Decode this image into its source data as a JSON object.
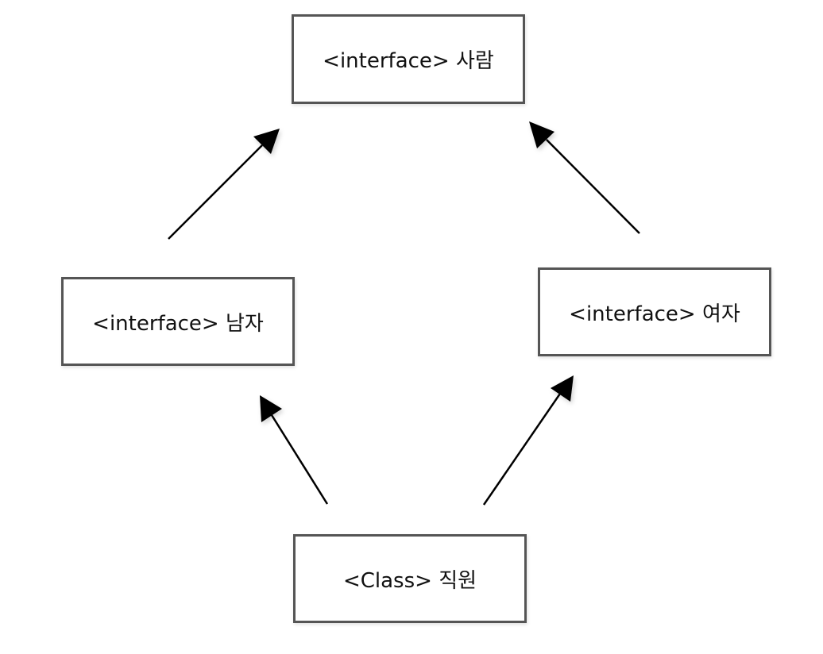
{
  "nodes": {
    "person": {
      "label": "<interface> 사람"
    },
    "man": {
      "label": "<interface> 남자"
    },
    "woman": {
      "label": "<interface> 여자"
    },
    "staff": {
      "label": "<Class> 직원"
    }
  },
  "edges": [
    {
      "from": "man",
      "to": "person"
    },
    {
      "from": "woman",
      "to": "person"
    },
    {
      "from": "staff",
      "to": "man"
    },
    {
      "from": "staff",
      "to": "woman"
    }
  ]
}
